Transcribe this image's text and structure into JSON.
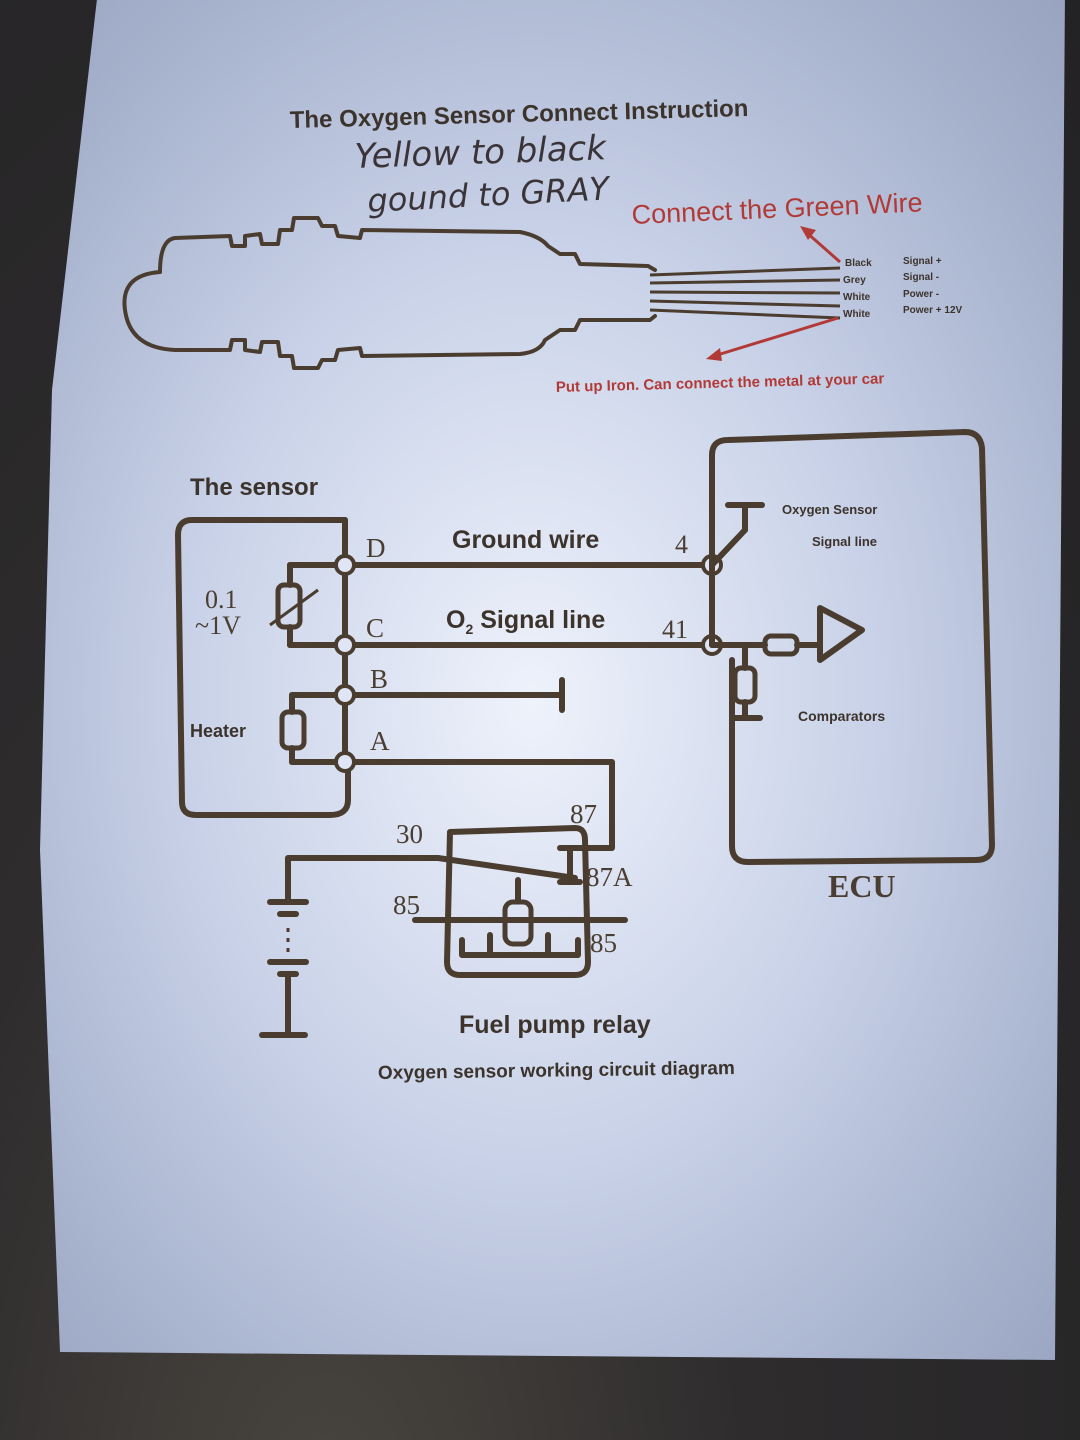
{
  "title": "The Oxygen Sensor Connect Instruction",
  "handwritten": {
    "line1": "Yellow to black",
    "line2": "gound to GRAY"
  },
  "annotations": {
    "green_wire": "Connect the Green Wire",
    "iron": "Put up Iron. Can connect the metal at your car"
  },
  "wire_legend": [
    {
      "color": "Black",
      "function": "Signal +"
    },
    {
      "color": "Grey",
      "function": "Signal -"
    },
    {
      "color": "White",
      "function": "Power -"
    },
    {
      "color": "White",
      "function": "Power + 12V"
    }
  ],
  "sensor": {
    "label": "The sensor",
    "voltage_top": "0.1",
    "voltage_bottom": "~1V",
    "heater": "Heater",
    "pins": [
      "D",
      "C",
      "B",
      "A"
    ]
  },
  "wires": {
    "ground": "Ground wire",
    "signal_o": "O",
    "signal_sub": "2",
    "signal_rest": " Signal line",
    "pin_ground": "4",
    "pin_signal": "41"
  },
  "ecu": {
    "label": "ECU",
    "signal_line_1": "Oxygen Sensor",
    "signal_line_2": "Signal line",
    "comparators": "Comparators"
  },
  "relay": {
    "label": "Fuel pump relay",
    "pins": {
      "p30": "30",
      "p87": "87",
      "p87a": "87A",
      "p85a": "85",
      "p85b": "85"
    }
  },
  "caption": "Oxygen sensor working circuit diagram",
  "colors": {
    "ink": "#4a3d30",
    "red_annotation": "#b23a36",
    "paper": "#dfe5f4"
  }
}
